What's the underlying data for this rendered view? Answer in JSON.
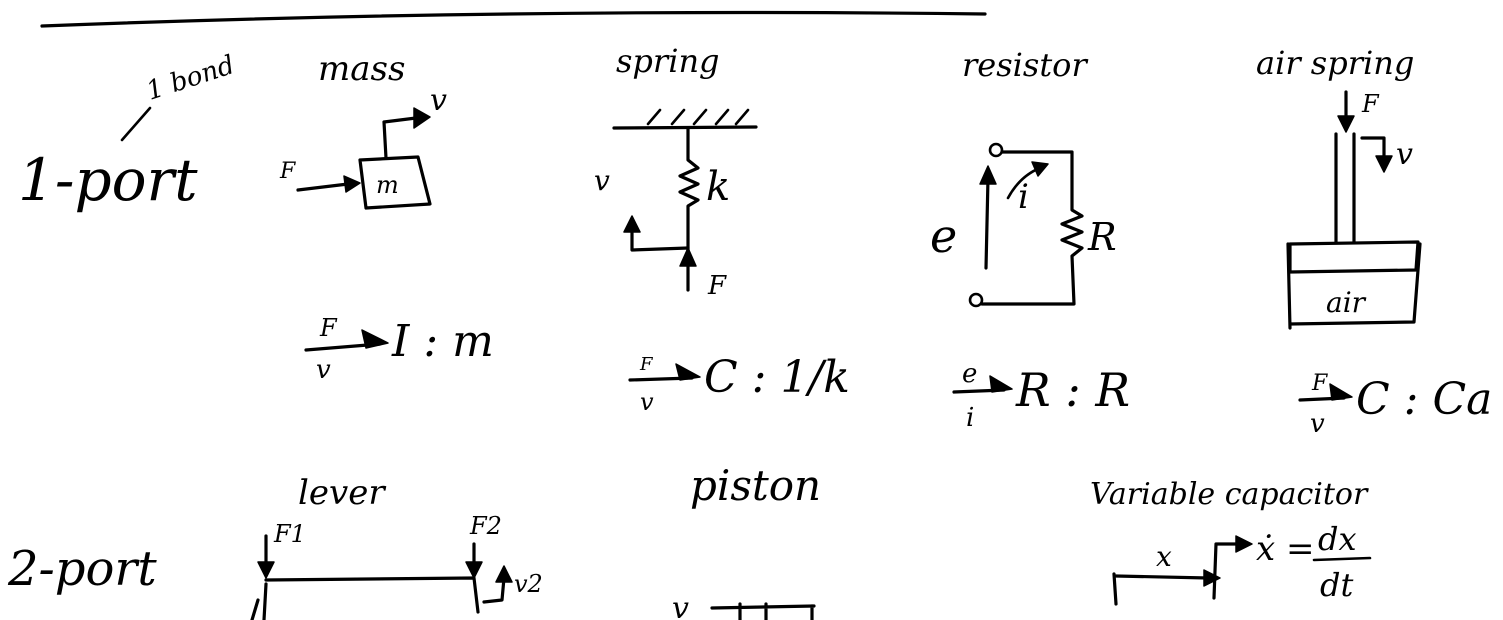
{
  "labels": {
    "one_port": "1-port",
    "one_bond": "1 bond",
    "two_port": "2-port"
  },
  "mass": {
    "title": "mass",
    "force": "F",
    "velocity": "v",
    "block": "m",
    "bond_effort": "F",
    "bond_flow": "v",
    "element": "I : m"
  },
  "spring": {
    "title": "spring",
    "stiffness": "k",
    "velocity": "v",
    "force": "F",
    "bond_effort": "F",
    "bond_flow": "v",
    "element": "C : 1/k"
  },
  "resistor": {
    "title": "resistor",
    "voltage": "e",
    "current": "i",
    "resistance": "R",
    "bond_effort": "e",
    "bond_flow": "i",
    "element": "R : R"
  },
  "air_spring": {
    "title": "air spring",
    "force": "F",
    "velocity": "v",
    "chamber": "air",
    "bond_effort": "F",
    "bond_flow": "v",
    "element": "C : Ca"
  },
  "lever": {
    "title": "lever",
    "force1": "F1",
    "force2": "F2",
    "velocity2": "v2"
  },
  "piston": {
    "title": "piston",
    "velocity": "v"
  },
  "variable_capacitor": {
    "title": "Variable capacitor",
    "displacement": "x",
    "rate_lhs": "ẋ =",
    "rate_num": "dx",
    "rate_den": "dt"
  }
}
